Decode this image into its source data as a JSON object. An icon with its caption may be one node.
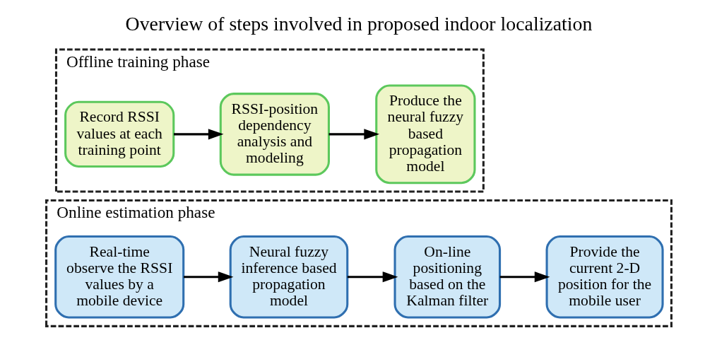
{
  "diagram": {
    "title": "Overview of steps involved in proposed indoor localization",
    "nodes": [
      {
        "text": [
          "Offline training phase"
        ]
      },
      {
        "text": [
          "Record RSSI values at each training point"
        ],
        "in": 0
      },
      {
        "text": [
          "RSSI-position dependency analysis and modeling"
        ],
        "in": 0
      },
      {
        "text": [
          "Produce the neural fuzzy based propagation model"
        ],
        "in": 0
      },
      {
        "text": [
          "Online estimation phase"
        ]
      },
      {
        "text": [
          "Real-time observe the RSSI values by a mobile device"
        ],
        "in": 4
      },
      {
        "text": [
          "Neural fuzzy inference based propagation model"
        ],
        "in": 4
      },
      {
        "text": [
          "On-line positioning based on the Kalman filter"
        ],
        "in": 4
      },
      {
        "text": [
          "Provide the current 2-D position for the mobile user"
        ],
        "in": 4
      }
    ],
    "edges": [
      {
        "from": 1,
        "to": 2,
        "arrow": "to"
      },
      {
        "from": 2,
        "to": 3,
        "arrow": "to"
      },
      {
        "from": 5,
        "to": 6,
        "arrow": "to"
      },
      {
        "from": 6,
        "to": 7,
        "arrow": "to"
      },
      {
        "from": 7,
        "to": 8,
        "arrow": "to"
      }
    ]
  }
}
